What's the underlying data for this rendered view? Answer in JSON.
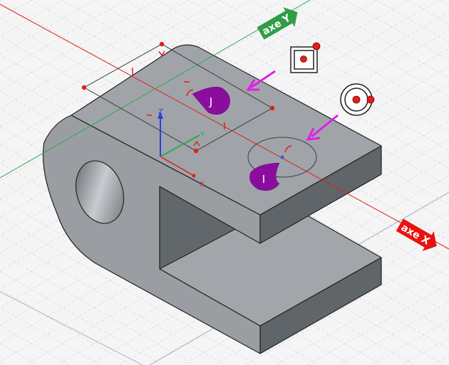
{
  "viewport": {
    "axis_labels": {
      "x": "axe X",
      "y": "axe Y"
    },
    "local_axes": {
      "x": "X",
      "y": "Y",
      "z": "Z"
    },
    "markers": {
      "j": "J",
      "i": "I"
    },
    "icons": [
      "plane-point-icon",
      "circle-center-icon"
    ]
  },
  "colors": {
    "x_axis": "#e0201a",
    "y_axis": "#2fa84a",
    "z_axis": "#2b3fd6",
    "marker": "#8b0d9e",
    "arrow": "#e21ee8",
    "part": "#9fa3a8"
  }
}
